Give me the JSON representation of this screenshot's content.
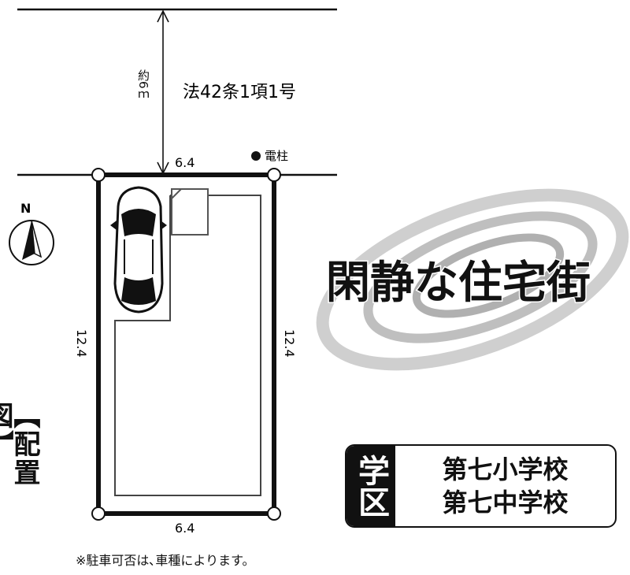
{
  "road": {
    "width_label": "約6ｍ",
    "law_label": "法42条1項1号"
  },
  "utility_pole": {
    "label": "電柱"
  },
  "compass": {
    "label": "N"
  },
  "dimensions": {
    "top": "6.4",
    "bottom": "6.4",
    "left": "12.4",
    "right": "12.4"
  },
  "title": "【配置図】",
  "tagline": "閑静な住宅街",
  "school": {
    "tag": "学区",
    "elementary": "第七小学校",
    "junior_high": "第七中学校"
  },
  "note": "※駐車可否は､車種によります。"
}
